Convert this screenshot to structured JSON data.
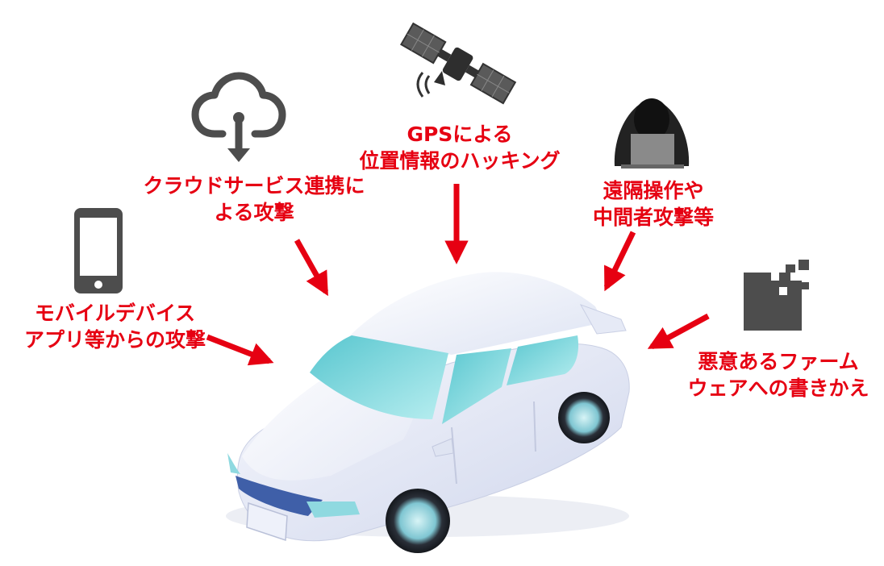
{
  "labels": {
    "mobile": {
      "line1": "モバイルデバイス",
      "line2": "アプリ等からの攻撃"
    },
    "cloud": {
      "line1": "クラウドサービス連携に",
      "line2": "よる攻撃"
    },
    "gps": {
      "line1": "GPSによる",
      "line2": "位置情報のハッキング"
    },
    "remote": {
      "line1": "遠隔操作や",
      "line2": "中間者攻撃等"
    },
    "firmware": {
      "line1": "悪意あるファーム",
      "line2": "ウェアへの書きかえ"
    }
  },
  "icons": [
    "smartphone-icon",
    "cloud-download-icon",
    "satellite-icon",
    "hacker-icon",
    "pixel-block-icon",
    "car-illustration"
  ],
  "colors": {
    "label_red": "#e60012",
    "arrow_red": "#e60012",
    "icon_gray": "#4d4d4d",
    "car_body": "#eef1fa",
    "car_glass": "#7fd3dc"
  }
}
